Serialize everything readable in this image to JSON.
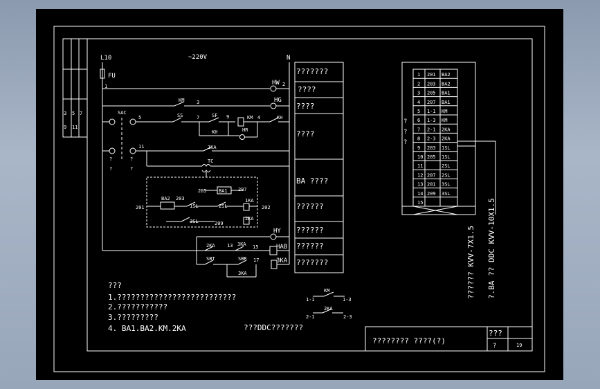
{
  "drawing": {
    "supply": {
      "phase": "L10",
      "voltage": "~220V",
      "neutral": "N",
      "fuse": "FU",
      "node1": "1"
    },
    "left_tags": [
      "3",
      "5",
      "7",
      "9",
      "11"
    ],
    "components": {
      "km_contact": "KM",
      "km_wire": "3",
      "hw": "HW",
      "hw_wire": "2",
      "hg": "HG",
      "sac": "SAC",
      "ss": "SS",
      "sf": "SF",
      "km_coil": "KM",
      "kh": "KH",
      "km_aux": "KH",
      "hr": "HR",
      "n5": "5",
      "n7": "7",
      "n9": "9",
      "n4": "4",
      "n11": "11",
      "oneka": "1KA",
      "tc": "TC",
      "q1": "?",
      "q2": "?",
      "q3": "?",
      "q4": "?",
      "ba1": "BA1",
      "ba2": "BA2",
      "n201": "201",
      "n203": "203",
      "n205": "205",
      "n207": "207",
      "n202": "202",
      "sl1": "1SL",
      "sl2": "2SL",
      "sl3": "3SL",
      "ka1": "1KA",
      "ka2": "2KA",
      "n209": "209",
      "hy": "HY",
      "hab": "HAB",
      "twoka": "2KA",
      "threeka": "3KA",
      "n13": "13",
      "n15": "15",
      "sbt": "SBT",
      "sbr": "SBR",
      "n17": "17",
      "threeka_coil": "3KA",
      "threeka_b": "3KA"
    },
    "function_boxes": [
      "???????",
      "????",
      "????",
      "????",
      "BA      ????",
      "??????",
      "??????",
      "??????",
      "???????"
    ],
    "terminal_strip": {
      "rows": [
        {
          "no": "1",
          "wire": "201",
          "dev": "BA2"
        },
        {
          "no": "2",
          "wire": "203",
          "dev": "BA2"
        },
        {
          "no": "3",
          "wire": "205",
          "dev": "BA1"
        },
        {
          "no": "4",
          "wire": "207",
          "dev": "BA1"
        },
        {
          "no": "5",
          "wire": "1-1",
          "dev": "KM"
        },
        {
          "no": "6",
          "wire": "1-3",
          "dev": "KM"
        },
        {
          "no": "7",
          "wire": "2-1",
          "dev": "2KA"
        },
        {
          "no": "8",
          "wire": "2-3",
          "dev": "2KA"
        },
        {
          "no": "9",
          "wire": "203",
          "dev": "1SL"
        },
        {
          "no": "10",
          "wire": "205",
          "dev": "1SL"
        },
        {
          "no": "11",
          "wire": "",
          "dev": "2SL"
        },
        {
          "no": "12",
          "wire": "207",
          "dev": "2SL"
        },
        {
          "no": "13",
          "wire": "201",
          "dev": "3SL"
        },
        {
          "no": "14",
          "wire": "209",
          "dev": "3SL"
        },
        {
          "no": "15",
          "wire": "",
          "dev": ""
        }
      ],
      "side_marks": [
        "?",
        "?",
        "?"
      ],
      "cable1": "??????  KVV-7X1.5",
      "cable2": "?.BA ??  DDC  KVV-10X1.5"
    },
    "contact_detail": {
      "km": "KM",
      "km_l": "1-1",
      "km_r": "1-3",
      "ka": "2KA",
      "ka_l": "2-1",
      "ka_r": "2-3"
    },
    "notes": {
      "title": "???",
      "lines": [
        "1.??????????????????????????",
        "2.???????????",
        "3.?????????",
        "4. BA1.BA2.KM.2KA"
      ],
      "ddc": "???DDC???????"
    },
    "title_block": {
      "title": "????????  ????(?)",
      "a": "???",
      "b": "?",
      "sheet": "19"
    }
  },
  "colors": {
    "background": "#000000",
    "lines": "#ffffff",
    "window": "#98a6ba"
  }
}
